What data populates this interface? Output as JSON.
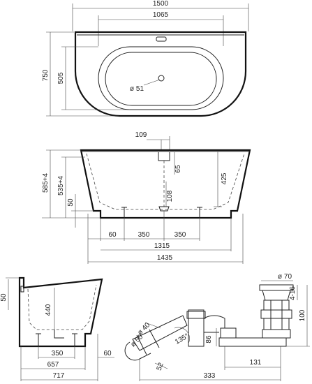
{
  "top_view": {
    "width": "1500",
    "inner_width": "1065",
    "depth": "750",
    "inner_depth": "505",
    "drain_diameter": "ø 51"
  },
  "front_view": {
    "offset_top": "109",
    "overflow": "65",
    "total_height": "585+4",
    "inner_height": "535+4",
    "depth_right": "425",
    "drain_height": "108",
    "feet_height": "50",
    "left_offset": "60",
    "feet_left": "350",
    "feet_right": "350",
    "base_width": "1315",
    "bottom_width": "1435"
  },
  "side_view": {
    "rim": "50",
    "inner_height": "440",
    "feet_spacing": "350",
    "inner_depth": "657",
    "right_offset": "60",
    "outer_depth": "717"
  },
  "siphon": {
    "pipe_diameter": "ø 40",
    "hose_diameter": "ø 50",
    "angle": "135°",
    "drop": "86",
    "elbow": "52",
    "plug_diameter": "ø 70",
    "range": "4-16",
    "overall_height": "100",
    "span": "131",
    "overall_length": "333"
  }
}
